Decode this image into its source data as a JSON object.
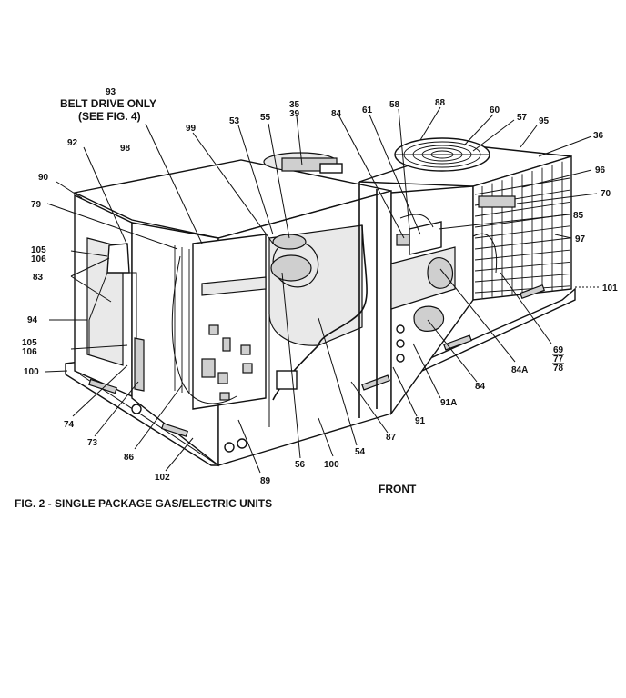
{
  "figure": {
    "caption": "FIG. 2 - SINGLE PACKAGE GAS/ELECTRIC UNITS",
    "note_belt_line1": "BELT DRIVE ONLY",
    "note_belt_line2": "(SEE FIG. 4)",
    "front_label": "FRONT"
  },
  "callouts": [
    {
      "id": "93",
      "text": "93"
    },
    {
      "id": "92",
      "text": "92"
    },
    {
      "id": "98",
      "text": "98"
    },
    {
      "id": "90",
      "text": "90"
    },
    {
      "id": "79",
      "text": "79"
    },
    {
      "id": "105a",
      "text": "105"
    },
    {
      "id": "106a",
      "text": "106"
    },
    {
      "id": "83",
      "text": "83"
    },
    {
      "id": "94",
      "text": "94"
    },
    {
      "id": "105b",
      "text": "105"
    },
    {
      "id": "106b",
      "text": "106"
    },
    {
      "id": "100a",
      "text": "100"
    },
    {
      "id": "74",
      "text": "74"
    },
    {
      "id": "73",
      "text": "73"
    },
    {
      "id": "86",
      "text": "86"
    },
    {
      "id": "102",
      "text": "102"
    },
    {
      "id": "89",
      "text": "89"
    },
    {
      "id": "56",
      "text": "56"
    },
    {
      "id": "100b",
      "text": "100"
    },
    {
      "id": "54",
      "text": "54"
    },
    {
      "id": "87",
      "text": "87"
    },
    {
      "id": "91",
      "text": "91"
    },
    {
      "id": "91A",
      "text": "91A"
    },
    {
      "id": "84b",
      "text": "84"
    },
    {
      "id": "84A",
      "text": "84A"
    },
    {
      "id": "69",
      "text": "69"
    },
    {
      "id": "77",
      "text": "77"
    },
    {
      "id": "78",
      "text": "78"
    },
    {
      "id": "101",
      "text": "101"
    },
    {
      "id": "97",
      "text": "97"
    },
    {
      "id": "85",
      "text": "85"
    },
    {
      "id": "70",
      "text": "70"
    },
    {
      "id": "96",
      "text": "96"
    },
    {
      "id": "36",
      "text": "36"
    },
    {
      "id": "95",
      "text": "95"
    },
    {
      "id": "57",
      "text": "57"
    },
    {
      "id": "60",
      "text": "60"
    },
    {
      "id": "58",
      "text": "58"
    },
    {
      "id": "88",
      "text": "88"
    },
    {
      "id": "61",
      "text": "61"
    },
    {
      "id": "84a",
      "text": "84"
    },
    {
      "id": "35",
      "text": "35"
    },
    {
      "id": "39",
      "text": "39"
    },
    {
      "id": "55",
      "text": "55"
    },
    {
      "id": "53",
      "text": "53"
    },
    {
      "id": "99",
      "text": "99"
    }
  ]
}
